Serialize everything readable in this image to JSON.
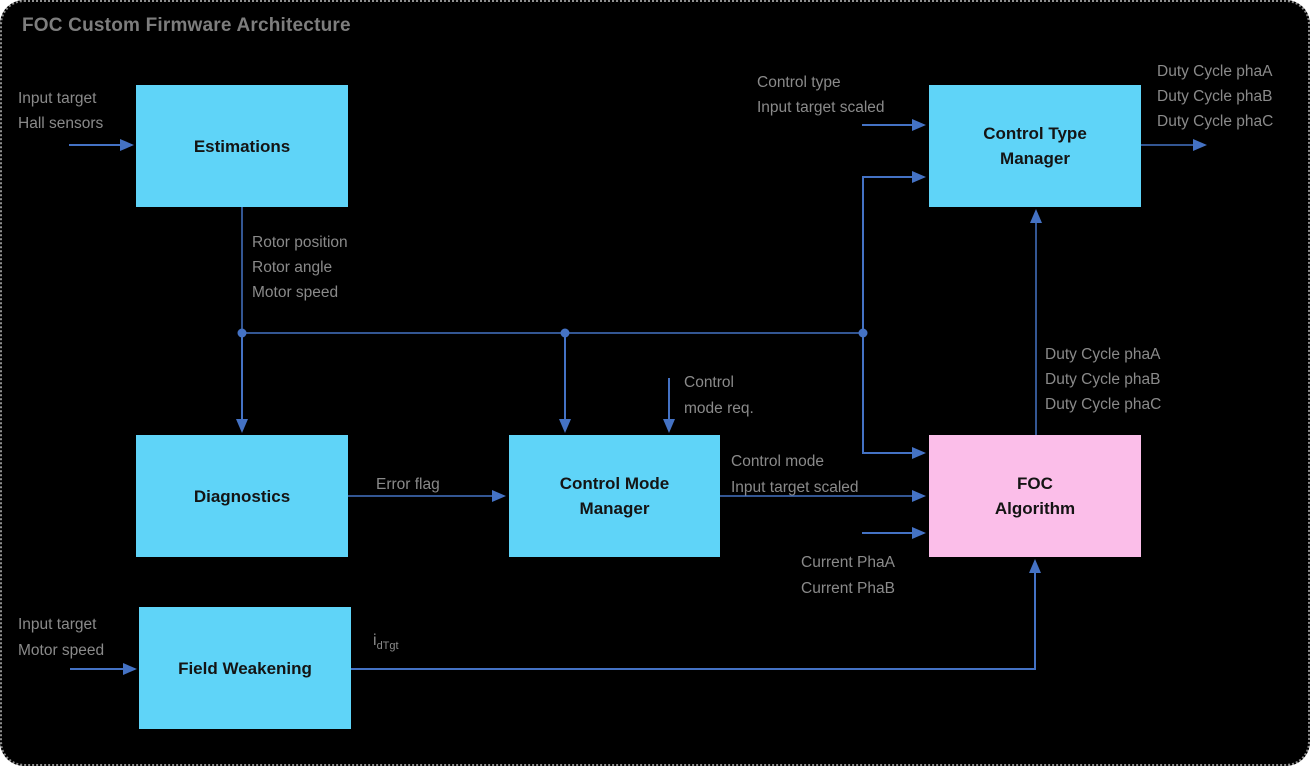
{
  "title": "FOC Custom Firmware Architecture",
  "colors": {
    "background": "#000000",
    "block_cyan": "#5FD4F8",
    "block_pink": "#FBBEE9",
    "wire_blue": "#4472C4",
    "label_gray": "#8a8a8a",
    "title_gray": "#7d7d7d"
  },
  "blocks": {
    "estimations": {
      "lines": [
        "Estimations"
      ]
    },
    "diagnostics": {
      "lines": [
        "Diagnostics"
      ]
    },
    "control_mode_manager": {
      "lines": [
        "Control Mode",
        "Manager"
      ]
    },
    "control_type_manager": {
      "lines": [
        "Control Type",
        "Manager"
      ]
    },
    "foc_algorithm": {
      "lines": [
        "FOC",
        "Algorithm"
      ]
    },
    "field_weakening": {
      "lines": [
        "Field Weakening"
      ]
    }
  },
  "labels": {
    "estimations_inputs": [
      "Input target",
      "Hall sensors"
    ],
    "estimations_outputs": [
      "Rotor position",
      "Rotor angle",
      "Motor speed"
    ],
    "control_type_inputs": [
      "Control type",
      "Input target scaled"
    ],
    "duty_cycle_outputs": [
      "Duty Cycle phaA",
      "Duty Cycle phaB",
      "Duty Cycle phaC"
    ],
    "control_mode_request": [
      "Control",
      "mode req."
    ],
    "error_flag": "Error flag",
    "control_mode_outputs": [
      "Control mode",
      "Input target scaled"
    ],
    "foc_duty_outputs": [
      "Duty Cycle phaA",
      "Duty Cycle phaB",
      "Duty Cycle phaC"
    ],
    "current_inputs": [
      "Current PhaA",
      "Current PhaB"
    ],
    "field_weakening_inputs": [
      "Input target",
      "Motor speed"
    ],
    "id_target_base": "i",
    "id_target_sub": "dTgt"
  }
}
